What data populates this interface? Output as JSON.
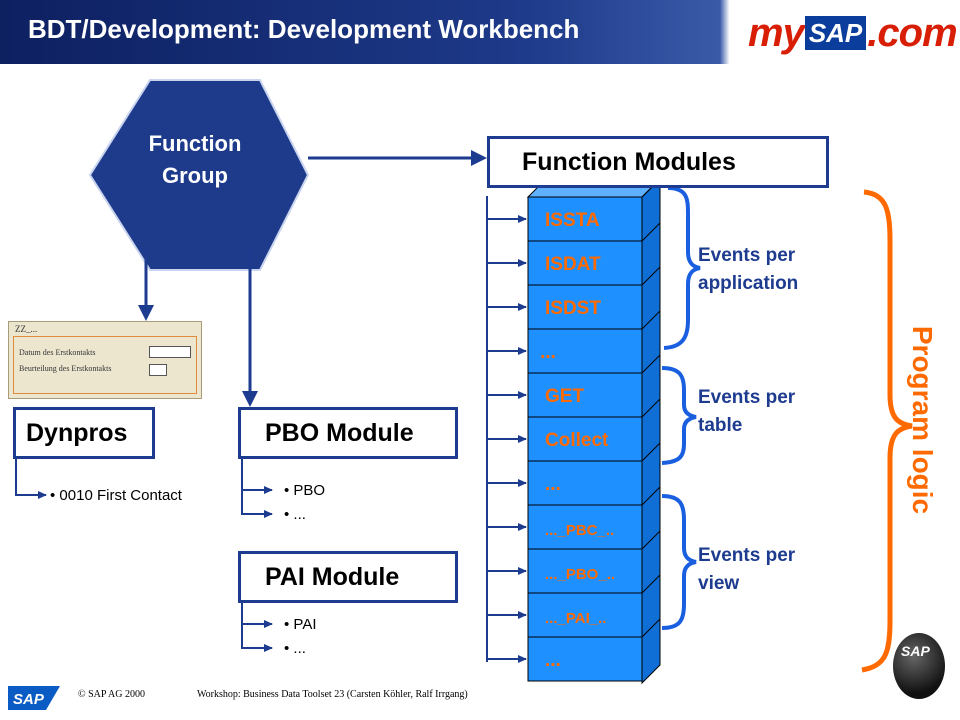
{
  "header": {
    "title": "BDT/Development: Development Workbench",
    "logo": {
      "my": "my",
      "sap": "SAP",
      "com": ".com"
    },
    "colors": {
      "bar": "#1e3a8a",
      "logo_red": "#d81e05",
      "logo_blue": "#0a3d9c"
    }
  },
  "function_group": {
    "line1": "Function",
    "line2": "Group"
  },
  "function_modules": {
    "title": "Function Modules",
    "cells": [
      "ISSTA",
      "ISDAT",
      "ISDST",
      "...",
      "GET",
      "Collect",
      "...",
      "..._PBC_..",
      "..._PBO_..",
      "..._PAI_..",
      "..."
    ]
  },
  "events": [
    {
      "line1": "Events per",
      "line2": "application"
    },
    {
      "line1": "Events per",
      "line2": "table"
    },
    {
      "line1": "Events per",
      "line2": "view"
    }
  ],
  "program_logic": "Program logic",
  "dynpros": {
    "title": "Dynpros",
    "items": [
      "0010 First Contact"
    ]
  },
  "dialog": {
    "code": "ZZ_...",
    "row1": "Datum des Erstkontakts",
    "row2": "Beurteilung des Erstkontakts"
  },
  "pbo": {
    "title": "PBO Module",
    "items": [
      "PBO",
      "..."
    ]
  },
  "pai": {
    "title": "PAI Module",
    "items": [
      "PAI",
      "..."
    ]
  },
  "footer": {
    "copyright": "SAP AG 2000",
    "copyright_symbol": "©",
    "workshop": "Workshop: Business Data Toolset 23 (Carsten Köhler, Ralf Irrgang)",
    "sap_logo": "SAP",
    "badge": "SAP"
  },
  "colors": {
    "accent_orange": "#ff6a00",
    "dark_blue": "#1d3b8f",
    "bracket_blue": "#1a5fe0",
    "cell_fill": "#1e90ff"
  }
}
